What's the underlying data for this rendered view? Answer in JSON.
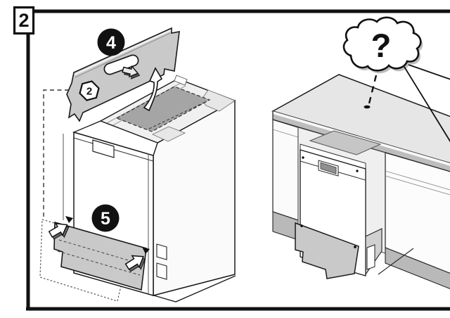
{
  "figure": {
    "frame_number": "2",
    "steps": {
      "four": "4",
      "five": "5"
    },
    "part_number": "2",
    "question_mark": "?"
  },
  "colors": {
    "outline": "#1a1a1a",
    "panel_gray": "#c9c9c9",
    "mat_gray": "#a5a5a5",
    "mat_light": "#c6c6c6",
    "counter_top": "#e6e6e6",
    "counter_edge": "#bdbdbd",
    "plinth_gray": "#b9b9b9",
    "cabinet_white": "#fcfcfc",
    "badge_black": "#111111",
    "badge_text": "#ffffff",
    "cloud_shadow": "#bdbdbd"
  }
}
